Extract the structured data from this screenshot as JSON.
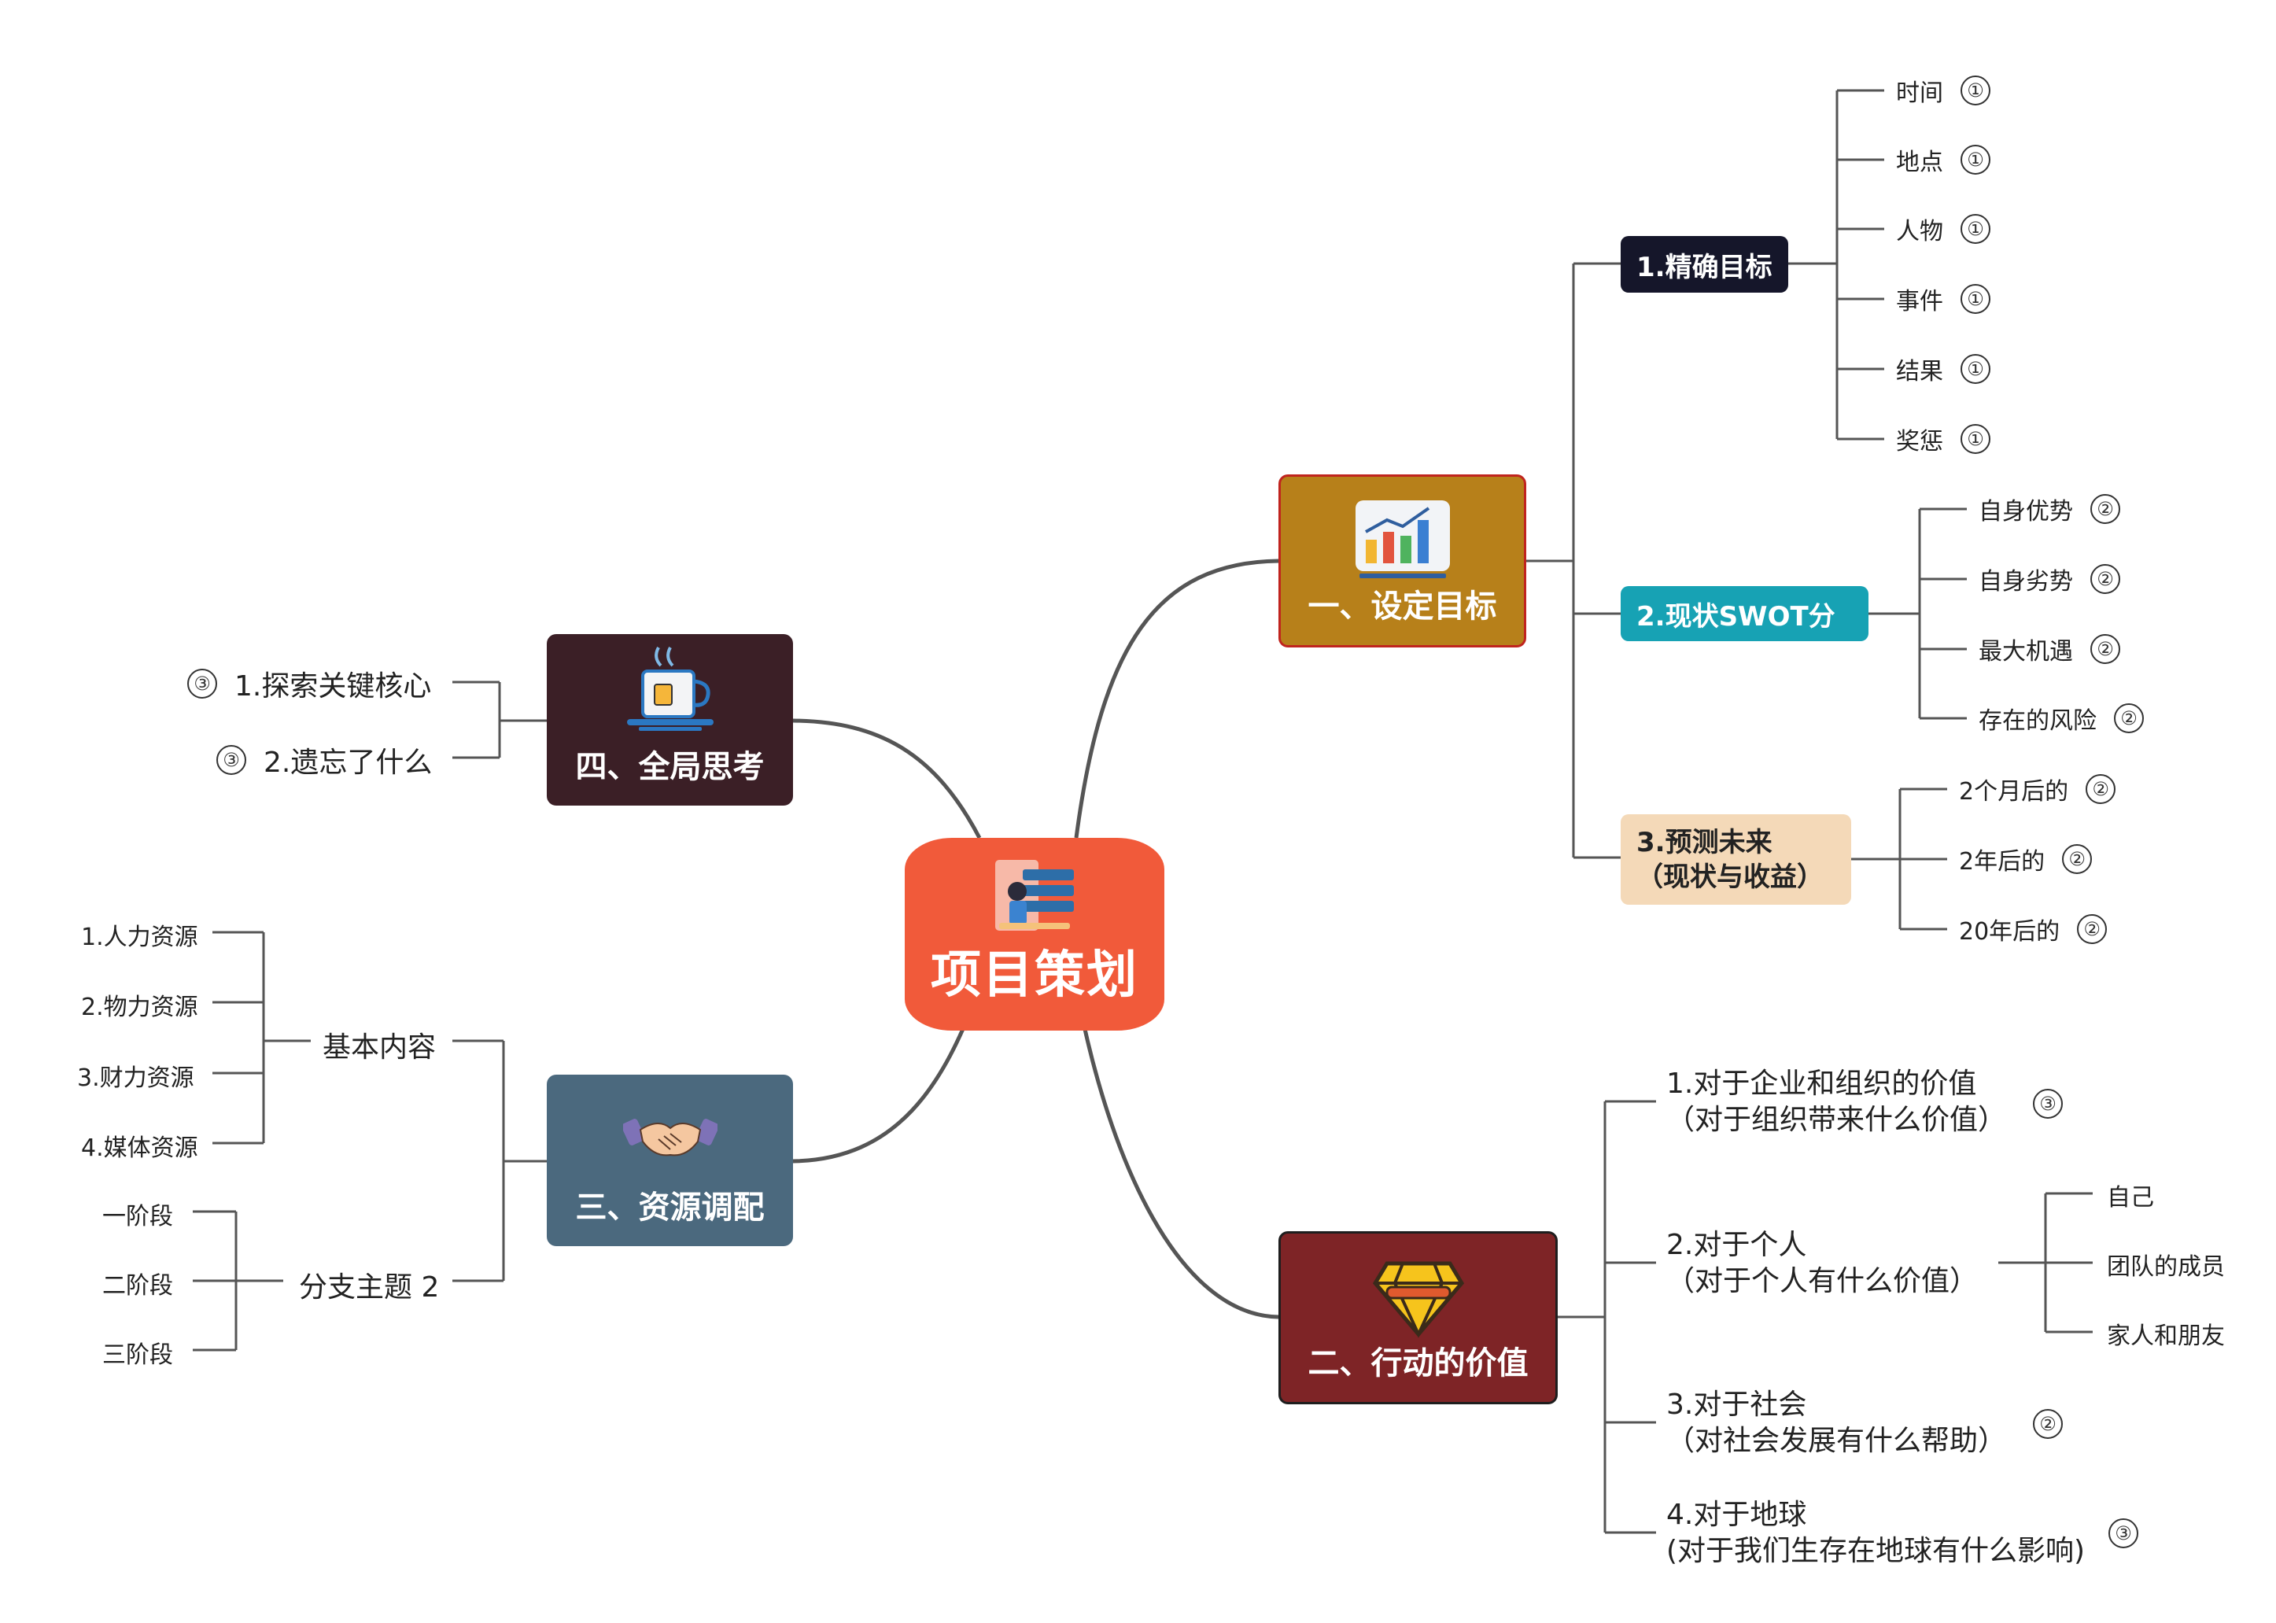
{
  "central": {
    "title": "项目策划",
    "icon": "planning-illustration-icon"
  },
  "branches": {
    "goal": {
      "title": "一、设定目标",
      "icon": "bar-chart-icon",
      "color": "#B7801A",
      "precise": {
        "label": "1.精确目标",
        "items": [
          {
            "text": "时间",
            "badge": "①"
          },
          {
            "text": "地点",
            "badge": "①"
          },
          {
            "text": "人物",
            "badge": "①"
          },
          {
            "text": "事件",
            "badge": "①"
          },
          {
            "text": "结果",
            "badge": "①"
          },
          {
            "text": "奖惩",
            "badge": "①"
          }
        ]
      },
      "swot": {
        "label": "2.现状SWOT分",
        "items": [
          {
            "text": "自身优势",
            "badge": "②"
          },
          {
            "text": "自身劣势",
            "badge": "②"
          },
          {
            "text": "最大机遇",
            "badge": "②"
          },
          {
            "text": "存在的风险",
            "badge": "②"
          }
        ]
      },
      "future": {
        "label_line1": "3.预测未来",
        "label_line2": "（现状与收益）",
        "items": [
          {
            "text": "2个月后的",
            "badge": "②"
          },
          {
            "text": "2年后的",
            "badge": "②"
          },
          {
            "text": "20年后的",
            "badge": "②"
          }
        ]
      }
    },
    "value": {
      "title": "二、行动的价值",
      "icon": "diamond-icon",
      "color": "#7E2426",
      "items": [
        {
          "line1": "1.对于企业和组织的价值",
          "line2": "（对于组织带来什么价值）",
          "badge": "③"
        },
        {
          "line1": "2.对于个人",
          "line2": "（对于个人有什么价值）",
          "sub": [
            "自己",
            "团队的成员",
            "家人和朋友"
          ]
        },
        {
          "line1": "3.对于社会",
          "line2": "（对社会发展有什么帮助）",
          "badge": "②"
        },
        {
          "line1": "4.对于地球",
          "line2": "(对于我们生存在地球有什么影响)",
          "badge": "③"
        }
      ]
    },
    "resources": {
      "title": "三、资源调配",
      "icon": "handshake-icon",
      "color": "#4B697E",
      "basic": {
        "label": "基本内容",
        "items": [
          "1.人力资源",
          "2.物力资源",
          "3.财力资源",
          "4.媒体资源"
        ]
      },
      "sub2": {
        "label": "分支主题 2",
        "items": [
          "一阶段",
          "二阶段",
          "三阶段"
        ]
      }
    },
    "global": {
      "title": "四、全局思考",
      "icon": "tea-cup-icon",
      "color": "#3B1F26",
      "items": [
        {
          "text": "1.探索关键核心",
          "badge": "③"
        },
        {
          "text": "2.遗忘了什么",
          "badge": "③"
        }
      ]
    }
  }
}
